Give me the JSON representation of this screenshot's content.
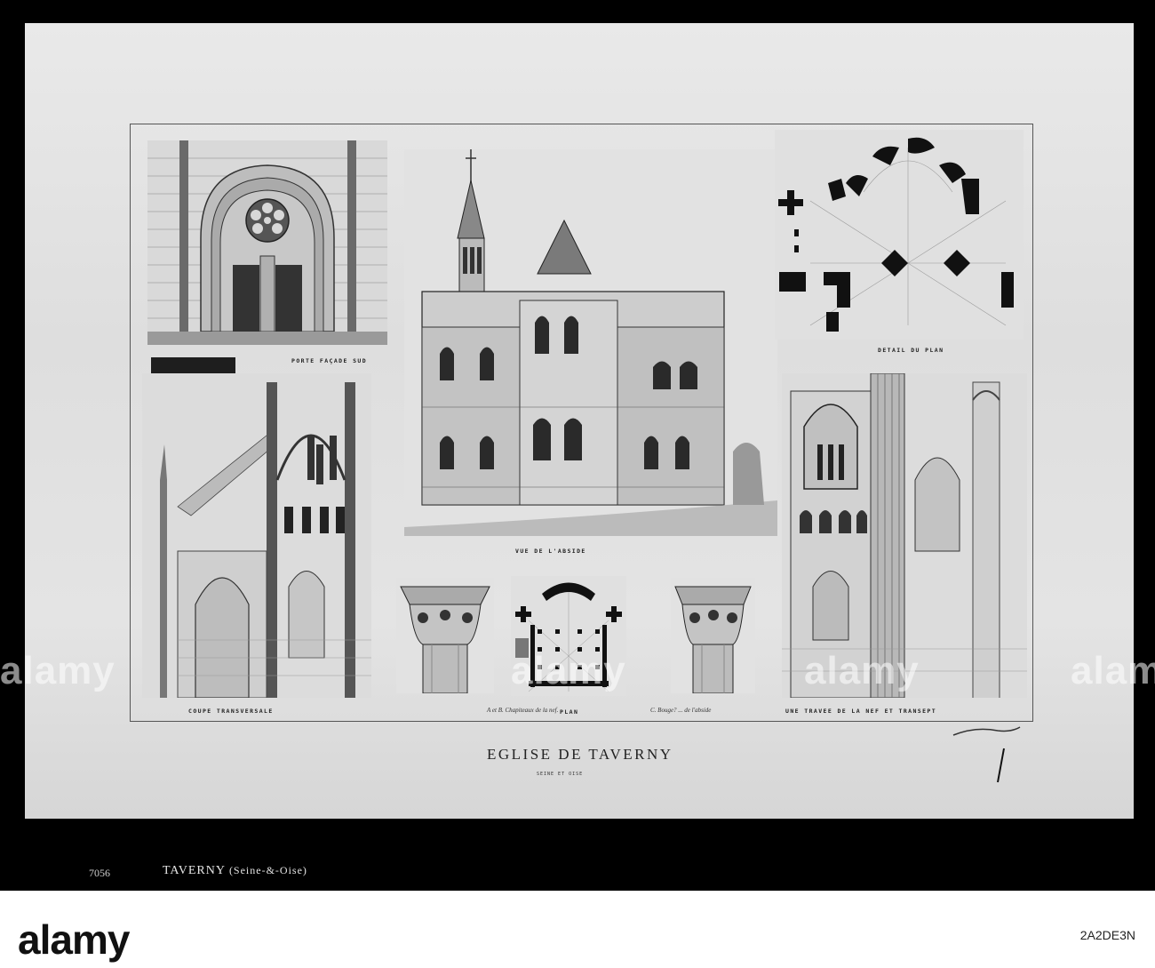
{
  "sheet": {
    "title": "EGLISE DE TAVERNY",
    "subtitle": "SEINE ET OISE",
    "labels": {
      "portal": "PORTE FAÇADE SUD",
      "plan_detail": "DETAIL DU PLAN",
      "apse": "VUE DE L'ABSIDE",
      "section": "COUPE TRANSVERSALE",
      "capitals": "A et B. Chapiteaux de la nef.",
      "plan": "PLAN",
      "capital_note": "C. Bouge? ... de l'abside",
      "bay": "UNE TRAVEE DE LA NEF ET TRANSEPT"
    }
  },
  "caption": {
    "number": "7056",
    "place": "TAVERNY",
    "region": "(Seine-&-Oise)"
  },
  "stock": {
    "watermark": "alamy",
    "logo": "alamy",
    "image_id": "2A2DE3N"
  },
  "colors": {
    "background": "#000000",
    "paper": "#e4e4e4",
    "ink": "#222222"
  }
}
